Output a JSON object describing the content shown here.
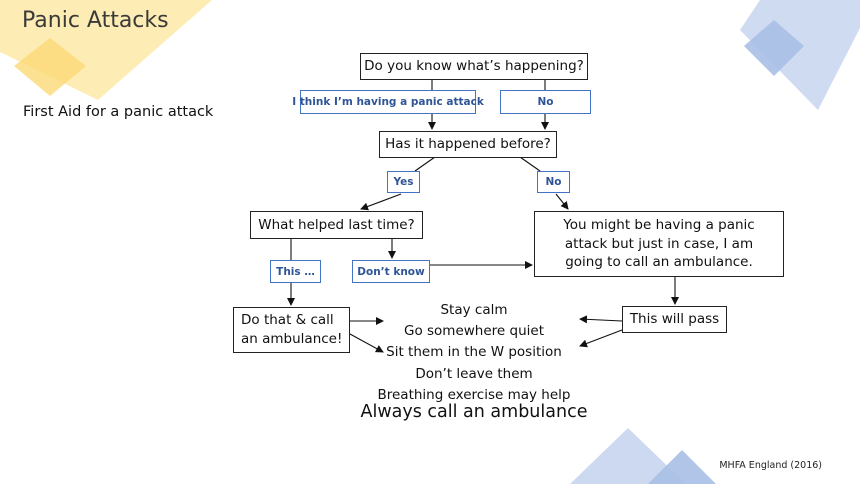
{
  "header": {
    "title": "Panic Attacks",
    "subtitle": "First Aid for a panic attack"
  },
  "nodes": {
    "q1": "Do you know what’s happening?",
    "q2": "Has it happened before?",
    "q3": "What helped last time?",
    "maybe": "You might be having a panic attack but just in case, I am going to call an ambulance.",
    "do_that": "Do that & call an ambulance!",
    "will_pass": "This will pass"
  },
  "edge_labels": {
    "panic": "I think I’m having a panic attack",
    "no1": "No",
    "yes": "Yes",
    "no2": "No",
    "this": "This …",
    "dont_know": "Don’t know"
  },
  "advice": [
    "Stay calm",
    "Go somewhere quiet",
    "Sit them in the W position",
    "Don’t leave them",
    "Breathing exercise may help"
  ],
  "footer": {
    "always": "Always call an ambulance",
    "credit": "MHFA England (2016)"
  },
  "colors": {
    "yellow": "#fde9a6",
    "blue": "#b4c7e7",
    "label_border": "#4472c4",
    "label_text": "#2f5597"
  }
}
